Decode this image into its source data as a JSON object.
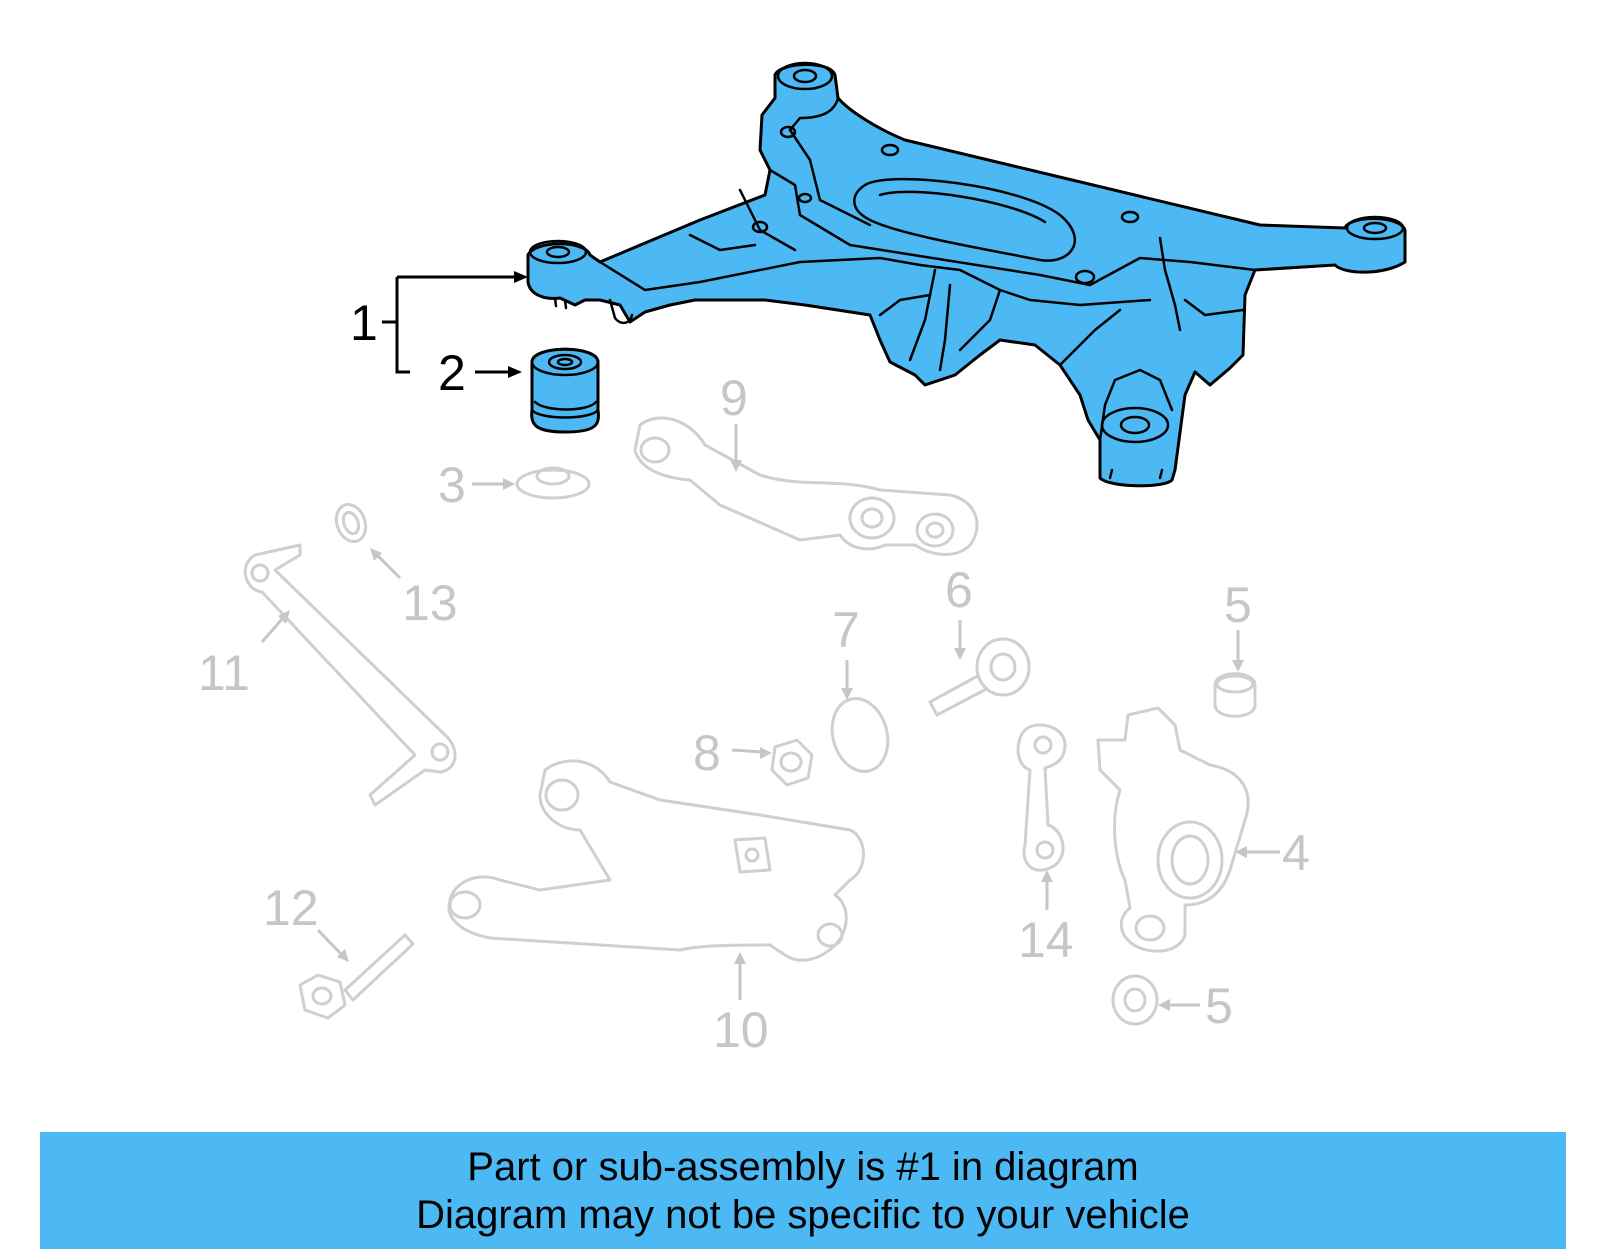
{
  "colors": {
    "highlight": "#4cb9f4",
    "outline": "#000000",
    "dim": "#c6c6c6",
    "banner": "#4cb9f4"
  },
  "callouts": {
    "c1": "1",
    "c2": "2",
    "c3": "3",
    "c4": "4",
    "c5a": "5",
    "c5b": "5",
    "c6": "6",
    "c7": "7",
    "c8": "8",
    "c9": "9",
    "c10": "10",
    "c11": "11",
    "c12": "12",
    "c13": "13",
    "c14": "14"
  },
  "banner": {
    "line1": "Part or sub-assembly is #1 in diagram",
    "line2": "Diagram may not be specific to your vehicle"
  }
}
